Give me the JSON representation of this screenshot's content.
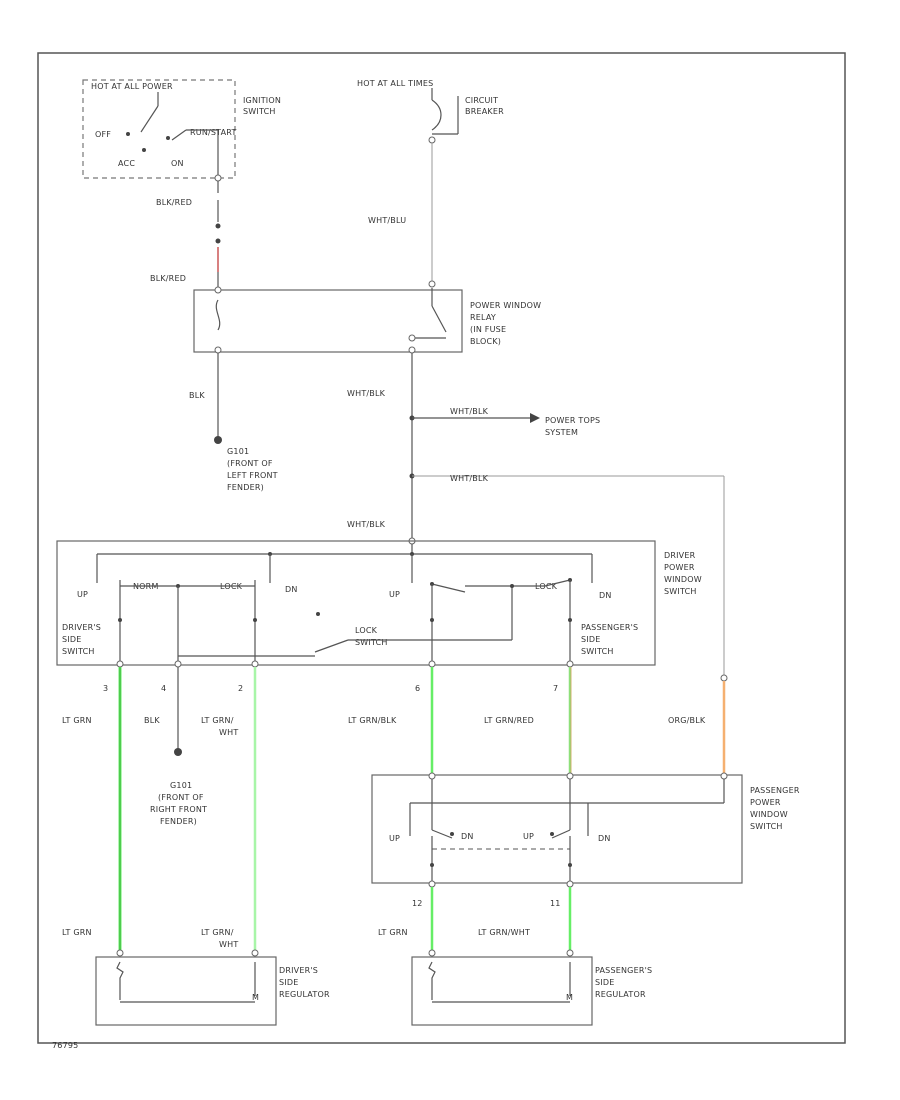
{
  "colors": {
    "light_green_wire": "#9cf59c",
    "bright_green_wire": "#66ee66",
    "red_wire": "#d88080",
    "orange_wire": "#f5b070",
    "black": "#333333",
    "gray": "#666666"
  },
  "components": {
    "ignition_power": "HOT AT ALL POWER",
    "ignition_switch": [
      "IGNITION",
      "SWITCH"
    ],
    "ignition_positions": {
      "off": "OFF",
      "acc": "ACC",
      "on": "ON",
      "run": "RUN/START"
    },
    "hot_fuse": "HOT  AT ALL TIMES",
    "circuit_breaker": [
      "CIRCUIT",
      "BREAKER"
    ],
    "relay": [
      "POWER WINDOW",
      "RELAY",
      "(IN FUSE",
      "BLOCK)"
    ],
    "power_tops": [
      "POWER TOPS",
      "SYSTEM"
    ],
    "driver_switch": [
      "DRIVER",
      "POWER",
      "WINDOW",
      "SWITCH"
    ],
    "passenger_switch": [
      "PASSENGER",
      "POWER",
      "WINDOW",
      "SWITCH"
    ],
    "drivers_side": [
      "DRIVER'S",
      "SIDE",
      "SWITCH"
    ],
    "passengers_side": [
      "PASSENGER'S",
      "SIDE",
      "SWITCH"
    ],
    "lock_switch": [
      "LOCK",
      "SWITCH"
    ],
    "drivers_regulator": [
      "DRIVER'S",
      "SIDE",
      "REGULATOR"
    ],
    "passengers_regulator": [
      "PASSENGER'S",
      "SIDE",
      "REGULATOR"
    ],
    "ground_1": [
      "G101",
      "(FRONT OF",
      "LEFT FRONT",
      "FENDER)"
    ],
    "ground_2": [
      "G101",
      "(FRONT OF",
      "RIGHT FRONT",
      "FENDER)"
    ],
    "code": "76795"
  },
  "switch_labels": {
    "up": "UP",
    "dn": "DN",
    "norm": "NORM",
    "lock": "LOCK"
  },
  "wires": {
    "blk_red_1": "BLK/RED",
    "blk_red_2": "BLK/RED",
    "wht_blu": "WHT/BLU",
    "blk": "BLK",
    "wht_blk_1": "WHT/BLK",
    "wht_blk_2": "WHT/BLK",
    "wht_blk_3": "WHT/BLK",
    "wht_blk_4": "WHT/BLK",
    "lt_grn_1": "LT GRN",
    "blk_2": "BLK",
    "lt_grn_wht_1": [
      "LT GRN/",
      "WHT"
    ],
    "lt_grn_blk": "LT GRN/BLK",
    "lt_grn_red": "LT GRN/RED",
    "org_blk": "ORG/BLK",
    "lt_grn_2": "LT GRN",
    "lt_grn_wht_2": [
      "LT GRN/",
      "WHT"
    ],
    "lt_grn_3": "LT GRN",
    "lt_grn_wht_3": "LT GRN/WHT"
  },
  "pins": {
    "p3": "3",
    "p4": "4",
    "p2": "2",
    "p6": "6",
    "p7": "7",
    "p12": "12",
    "p11": "11"
  }
}
